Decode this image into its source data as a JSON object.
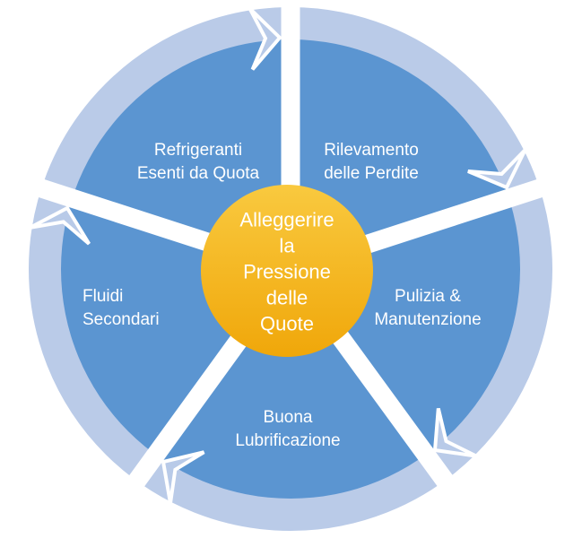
{
  "diagram": {
    "type": "cycle",
    "direction": "clockwise",
    "center": {
      "label": "Alleggerire\nla\nPressione\ndelle\nQuote"
    },
    "segments": [
      {
        "id": "refrigeranti-esenti-da-quota",
        "label": "Refrigeranti\nEsenti da Quota"
      },
      {
        "id": "rilevamento-delle-perdite",
        "label": "Rilevamento\ndelle Perdite"
      },
      {
        "id": "pulizia-manutenzione",
        "label": "Pulizia &\nManutenzione"
      },
      {
        "id": "buona-lubrificazione",
        "label": "Buona\nLubrificazione"
      },
      {
        "id": "fluidi-secondari",
        "label": "Fluidi\nSecondari"
      }
    ],
    "colors": {
      "segment_blue": "#5B95D1",
      "ring_light_blue": "#BACBE8",
      "arrow_light_blue": "#B8CAE8",
      "separator_white": "#FFFFFF",
      "center_gradient_top": "#F9C93F",
      "center_gradient_bottom": "#F0A70A",
      "label_text": "#FFFFFF",
      "background": "#FFFFFF"
    }
  }
}
